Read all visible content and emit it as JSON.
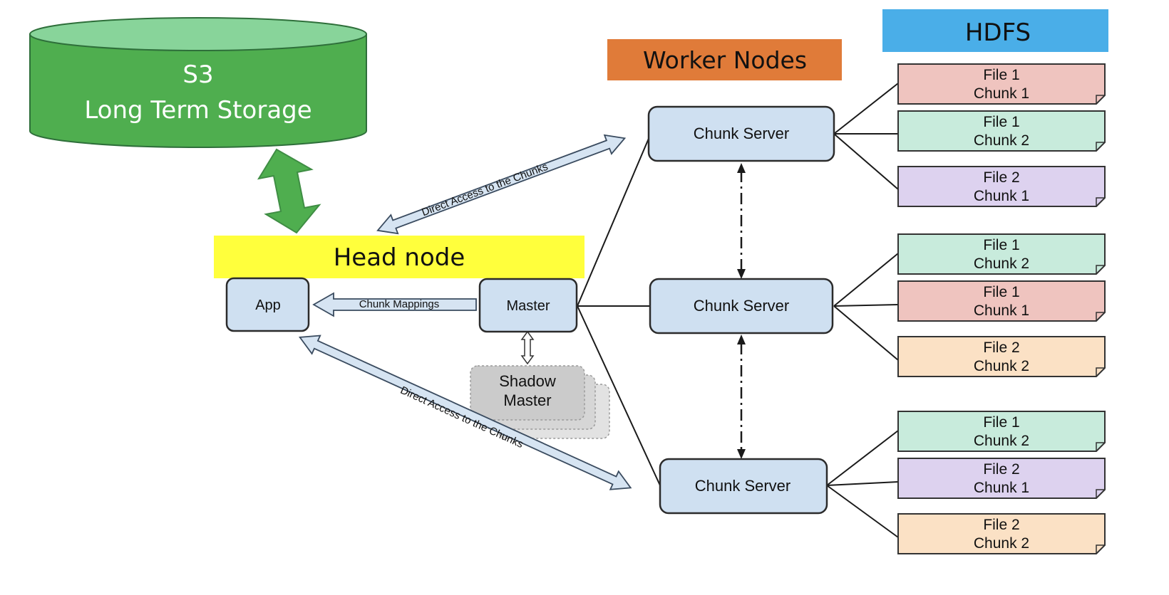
{
  "banners": {
    "hdfs": "HDFS",
    "worker_nodes": "Worker Nodes",
    "head_node": "Head node"
  },
  "s3": {
    "line1": "S3",
    "line2": "Long Term Storage"
  },
  "nodes": {
    "app": "App",
    "master": "Master",
    "shadow_line1": "Shadow",
    "shadow_line2": "Master",
    "chunk_server_1": "Chunk Server",
    "chunk_server_2": "Chunk Server",
    "chunk_server_3": "Chunk Server"
  },
  "arrows": {
    "direct_access_top": "Direct Access to the Chunks",
    "chunk_mappings": "Chunk Mappings",
    "direct_access_bottom": "Direct Access to the Chunks"
  },
  "chunks": [
    {
      "line1": "File 1",
      "line2": "Chunk 1",
      "color": "#efc4bf"
    },
    {
      "line1": "File 1",
      "line2": "Chunk 2",
      "color": "#c8ebdc"
    },
    {
      "line1": "File 2",
      "line2": "Chunk 1",
      "color": "#ddd2ef"
    },
    {
      "line1": "File 1",
      "line2": "Chunk 2",
      "color": "#c8ebdc"
    },
    {
      "line1": "File 1",
      "line2": "Chunk 1",
      "color": "#efc4bf"
    },
    {
      "line1": "File 2",
      "line2": "Chunk 2",
      "color": "#fbe1c5"
    },
    {
      "line1": "File 1",
      "line2": "Chunk 2",
      "color": "#c8ebdc"
    },
    {
      "line1": "File 2",
      "line2": "Chunk 1",
      "color": "#ddd2ef"
    },
    {
      "line1": "File 2",
      "line2": "Chunk 2",
      "color": "#fbe1c5"
    }
  ],
  "colors": {
    "hdfs_banner": "#4aaee8",
    "worker_banner": "#e07b39",
    "head_banner": "#ffff3c",
    "s3_fill": "#4fae4f",
    "s3_top": "#88d49a",
    "s3_arrow": "#4fae4f",
    "node_fill": "#cfe0f1"
  }
}
